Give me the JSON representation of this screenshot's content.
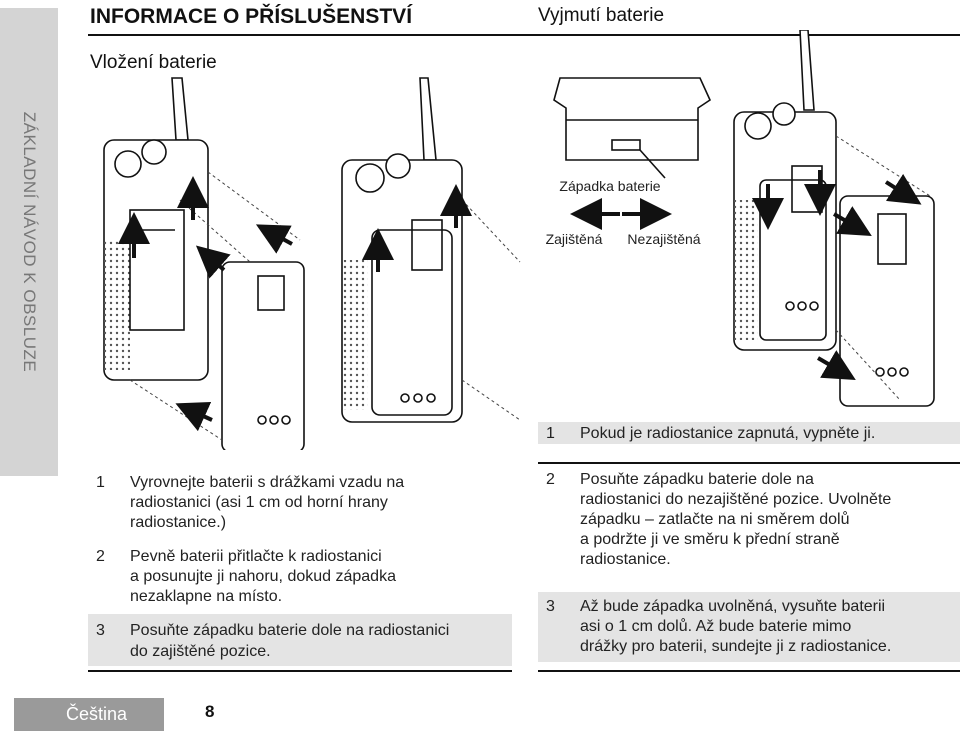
{
  "side_tab": "ZÁKLADNÍ NÁVOD K OBSLUZE",
  "title": "INFORMACE O PŘÍSLUŠENSTVÍ",
  "left_section": {
    "subtitle": "Vložení baterie",
    "steps": [
      {
        "num": "1",
        "text": [
          "Vyrovnejte baterii s drážkami vzadu na",
          "radiostanici (asi 1 cm od horní hrany",
          "radiostanice.)"
        ]
      },
      {
        "num": "2",
        "text": [
          "Pevně baterii přitlačte k radiostanici",
          "a posunujte ji nahoru, dokud západka",
          "nezaklapne na místo."
        ]
      },
      {
        "num": "3",
        "text": [
          "Posuňte západku baterie dole na radiostanici",
          "do zajištěné pozice."
        ]
      }
    ]
  },
  "right_section": {
    "subtitle": "Vyjmutí baterie",
    "latch_label": "Západka baterie",
    "locked_label": "Zajištěná",
    "unlocked_label": "Nezajištěná",
    "steps": [
      {
        "num": "1",
        "text": [
          "Pokud je radiostanice zapnutá, vypněte ji."
        ]
      },
      {
        "num": "2",
        "text": [
          "Posuňte západku baterie dole na",
          "radiostanici do nezajištěné pozice. Uvolněte",
          "západku – zatlačte na ni směrem dolů",
          "a podržte ji ve směru k přední straně",
          "radiostanice."
        ]
      },
      {
        "num": "3",
        "text": [
          "Až bude západka uvolněná, vysuňte baterii",
          "asi o 1 cm dolů. Až bude baterie mimo",
          "drážky pro baterii, sundejte ji z radiostanice."
        ]
      }
    ]
  },
  "footer": {
    "language": "Čeština",
    "page": "8"
  }
}
